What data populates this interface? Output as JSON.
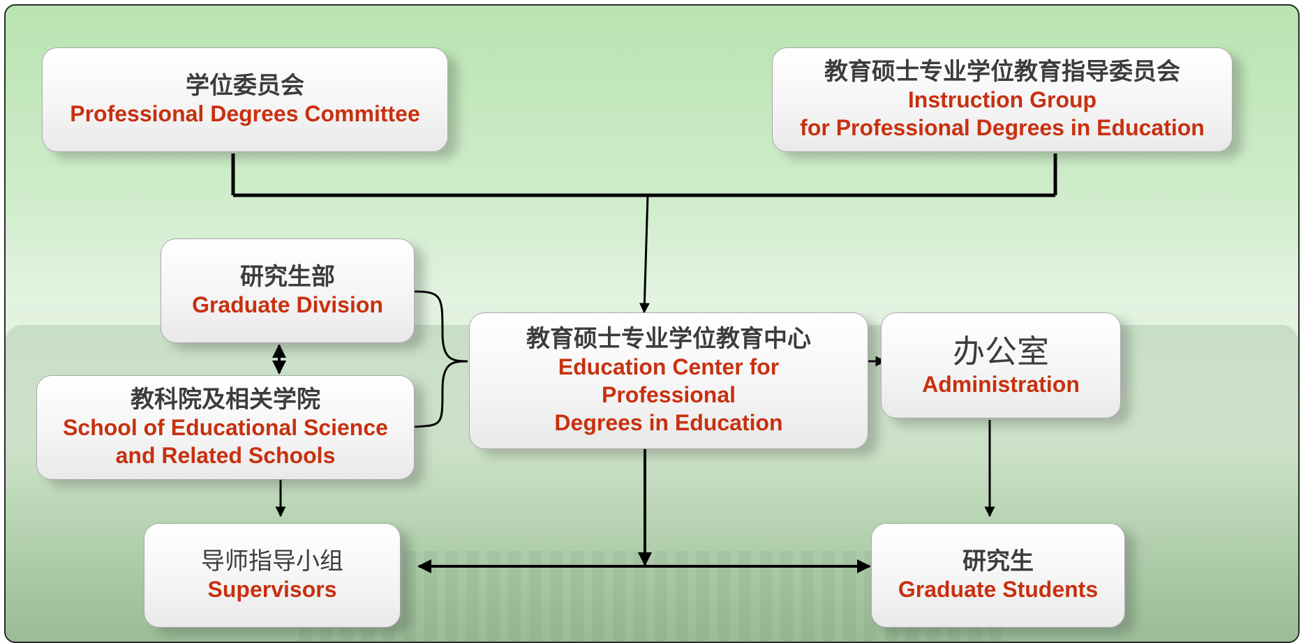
{
  "nodes": {
    "committee": {
      "zh": "学位委员会",
      "en": "Professional Degrees Committee"
    },
    "instruction_group": {
      "zh": "教育硕士专业学位教育指导委员会",
      "en_line1": "Instruction Group",
      "en_line2": "for Professional Degrees in Education"
    },
    "graduate_division": {
      "zh": "研究生部",
      "en": "Graduate Division"
    },
    "school": {
      "zh": "教科院及相关学院",
      "en_line1": "School of Educational Science",
      "en_line2": "and Related Schools"
    },
    "center": {
      "zh": "教育硕士专业学位教育中心",
      "en_line1": "Education Center for",
      "en_line2": "Professional",
      "en_line3": "Degrees in Education"
    },
    "office": {
      "zh": "办公室",
      "en": "Administration"
    },
    "supervisors": {
      "zh": "导师指导小组",
      "en": "Supervisors"
    },
    "students": {
      "zh": "研究生",
      "en": "Graduate Students"
    }
  },
  "colors": {
    "english_text": "#c8300f",
    "chinese_text": "#3c3c3c",
    "connector": "#000000",
    "background": "#c9e8c2"
  }
}
